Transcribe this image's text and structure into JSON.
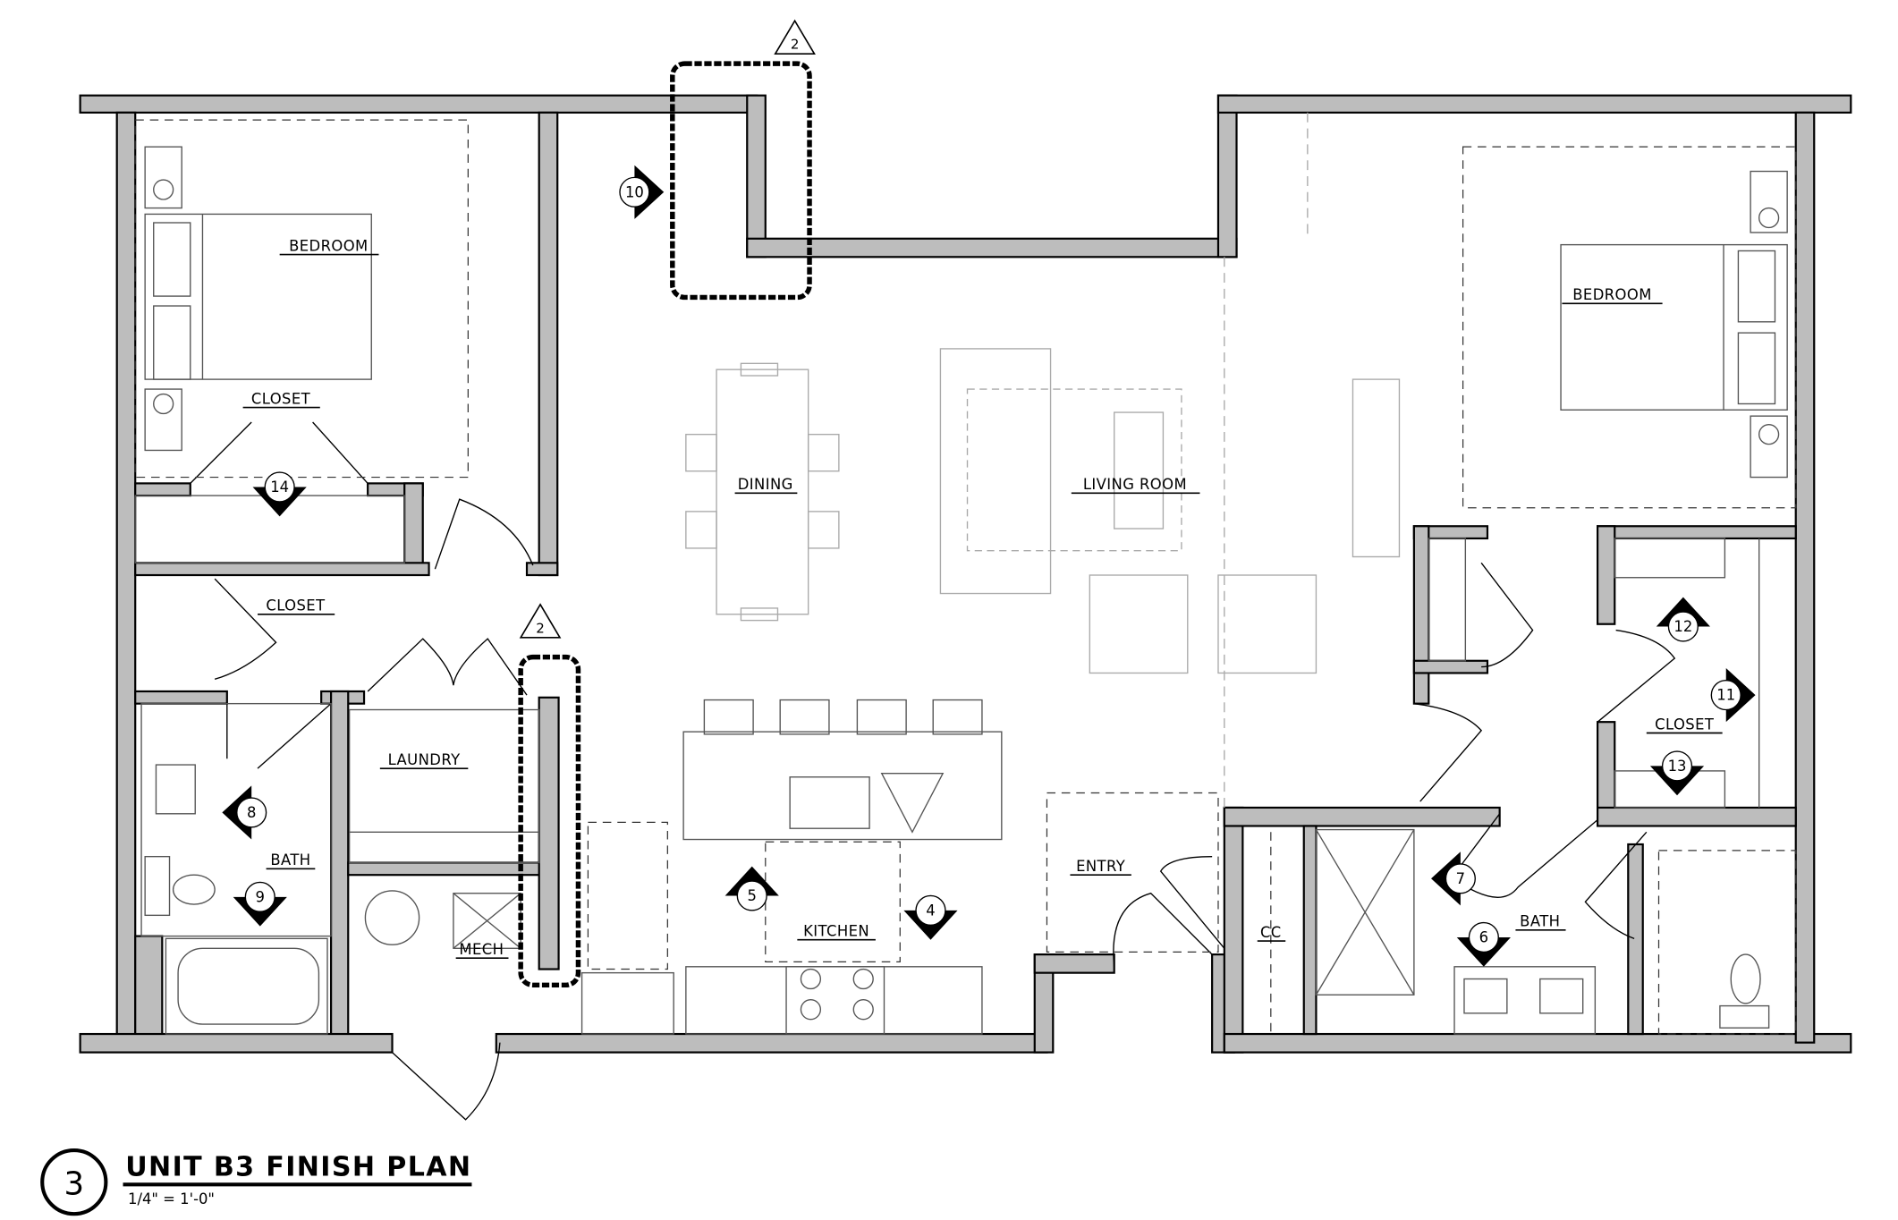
{
  "drawing": {
    "number": "3",
    "title": "UNIT B3 FINISH PLAN",
    "scale": "1/4\" = 1'-0\""
  },
  "rooms": {
    "bedroom_left": "BEDROOM",
    "closet_left_upper": "CLOSET",
    "closet_left_lower": "CLOSET",
    "laundry": "LAUNDRY",
    "bath_left": "BATH",
    "mech": "MECH",
    "dining": "DINING",
    "living_room": "LIVING ROOM",
    "kitchen": "KITCHEN",
    "entry": "ENTRY",
    "cc": "CC",
    "bedroom_right": "BEDROOM",
    "closet_right": "CLOSET",
    "bath_right": "BATH"
  },
  "elevation_markers": [
    {
      "number": "10",
      "direction": "right"
    },
    {
      "number": "14",
      "direction": "down"
    },
    {
      "number": "8",
      "direction": "left"
    },
    {
      "number": "9",
      "direction": "down"
    },
    {
      "number": "5",
      "direction": "up"
    },
    {
      "number": "4",
      "direction": "down"
    },
    {
      "number": "12",
      "direction": "up"
    },
    {
      "number": "11",
      "direction": "right"
    },
    {
      "number": "13",
      "direction": "down"
    },
    {
      "number": "7",
      "direction": "left"
    },
    {
      "number": "6",
      "direction": "down"
    }
  ],
  "revision_tags": [
    "2",
    "2"
  ],
  "colors": {
    "wall_fill": "#bdbdbd",
    "line": "#000000"
  }
}
